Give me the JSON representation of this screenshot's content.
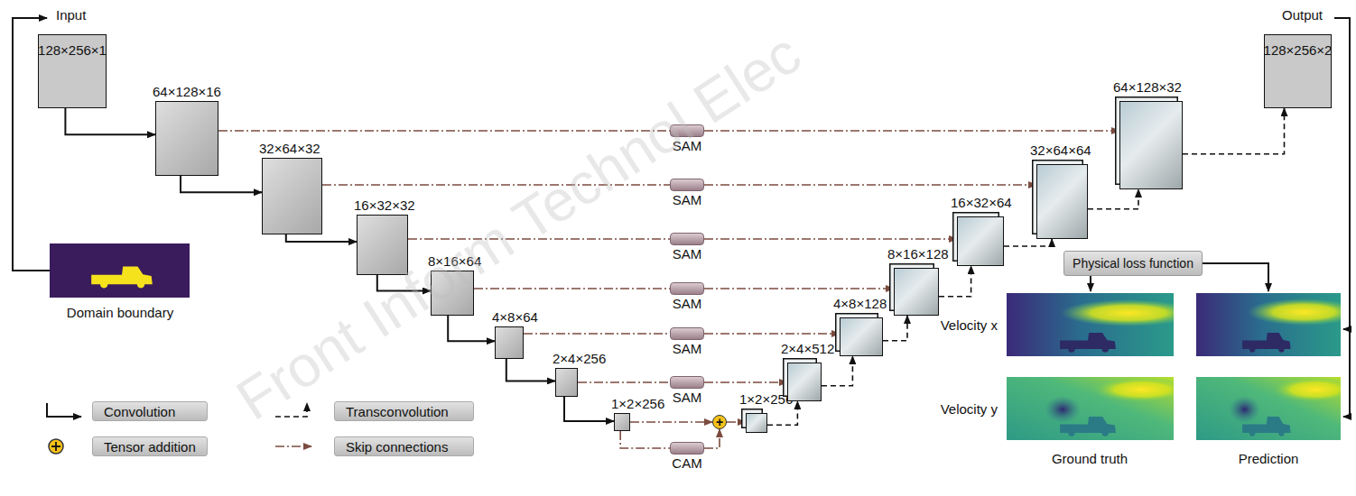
{
  "diagram": {
    "nodes": [
      {
        "text": [
          "128×256×1"
        ]
      },
      {
        "text": [
          "64×128×16"
        ]
      },
      {
        "text": [
          "32×64×32"
        ]
      },
      {
        "text": [
          "16×32×32"
        ]
      },
      {
        "text": [
          "8×16×64"
        ]
      },
      {
        "text": [
          "4×8×64"
        ]
      },
      {
        "text": [
          "2×4×256"
        ]
      },
      {
        "text": [
          "1×2×256"
        ]
      },
      {
        "text": [
          "SAM"
        ]
      },
      {
        "text": [
          "SAM"
        ]
      },
      {
        "text": [
          "SAM"
        ]
      },
      {
        "text": [
          "SAM"
        ]
      },
      {
        "text": [
          "SAM"
        ]
      },
      {
        "text": [
          "SAM"
        ]
      },
      {
        "text": [
          "CAM"
        ]
      },
      {
        "text": [
          "+"
        ]
      },
      {
        "text": [
          "1×2×256"
        ]
      },
      {
        "text": [
          "2×4×512"
        ]
      },
      {
        "text": [
          "4×8×128"
        ]
      },
      {
        "text": [
          "8×16×128"
        ]
      },
      {
        "text": [
          "16×32×64"
        ]
      },
      {
        "text": [
          "32×64×64"
        ]
      },
      {
        "text": [
          "64×128×32"
        ]
      },
      {
        "text": [
          "128×256×2"
        ]
      },
      {
        "text": [
          "Physical loss function"
        ]
      }
    ],
    "edges": [
      {
        "from": 0,
        "to": 1,
        "arrow": "to"
      },
      {
        "from": 1,
        "to": 2,
        "arrow": "to"
      },
      {
        "from": 2,
        "to": 3,
        "arrow": "to"
      },
      {
        "from": 3,
        "to": 4,
        "arrow": "to"
      },
      {
        "from": 4,
        "to": 5,
        "arrow": "to"
      },
      {
        "from": 5,
        "to": 6,
        "arrow": "to"
      },
      {
        "from": 6,
        "to": 7,
        "arrow": "to"
      },
      {
        "from": 1,
        "to": 8,
        "arrow": "none"
      },
      {
        "from": 8,
        "to": 22,
        "arrow": "to"
      },
      {
        "from": 2,
        "to": 9,
        "arrow": "none"
      },
      {
        "from": 9,
        "to": 21,
        "arrow": "to"
      },
      {
        "from": 3,
        "to": 10,
        "arrow": "none"
      },
      {
        "from": 10,
        "to": 20,
        "arrow": "to"
      },
      {
        "from": 4,
        "to": 11,
        "arrow": "none"
      },
      {
        "from": 11,
        "to": 19,
        "arrow": "to"
      },
      {
        "from": 5,
        "to": 12,
        "arrow": "none"
      },
      {
        "from": 12,
        "to": 18,
        "arrow": "to"
      },
      {
        "from": 6,
        "to": 13,
        "arrow": "none"
      },
      {
        "from": 13,
        "to": 17,
        "arrow": "to"
      },
      {
        "from": 7,
        "to": 14,
        "arrow": "none"
      },
      {
        "from": 14,
        "to": 15,
        "arrow": "to"
      },
      {
        "from": 7,
        "to": 15,
        "arrow": "to"
      },
      {
        "from": 15,
        "to": 16,
        "arrow": "to"
      },
      {
        "from": 16,
        "to": 17,
        "arrow": "to"
      },
      {
        "from": 17,
        "to": 18,
        "arrow": "to"
      },
      {
        "from": 18,
        "to": 19,
        "arrow": "to"
      },
      {
        "from": 19,
        "to": 20,
        "arrow": "to"
      },
      {
        "from": 20,
        "to": 21,
        "arrow": "to"
      },
      {
        "from": 21,
        "to": 22,
        "arrow": "to"
      },
      {
        "from": 22,
        "to": 23,
        "arrow": "to"
      }
    ],
    "labels": [
      "Input",
      "Output",
      "Domain boundary",
      "Velocity x",
      "Velocity y",
      "Ground truth",
      "Prediction",
      "Front Inform Technol Elec"
    ],
    "legend": [
      {
        "text": "Convolution"
      },
      {
        "text": "Transconvolution"
      },
      {
        "text": "Tensor addition"
      },
      {
        "text": "Skip connections"
      }
    ]
  }
}
